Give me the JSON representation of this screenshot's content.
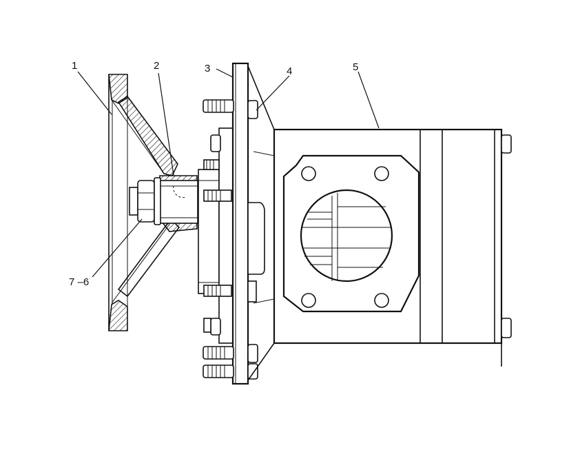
{
  "callouts": [
    {
      "id": "1",
      "text": "1"
    },
    {
      "id": "2",
      "text": "2"
    },
    {
      "id": "3",
      "text": "3"
    },
    {
      "id": "4",
      "text": "4"
    },
    {
      "id": "5",
      "text": "5"
    },
    {
      "id": "7-6",
      "text": "7 –6"
    }
  ],
  "colors": {
    "ink": "#111111",
    "paper": "#ffffff"
  }
}
